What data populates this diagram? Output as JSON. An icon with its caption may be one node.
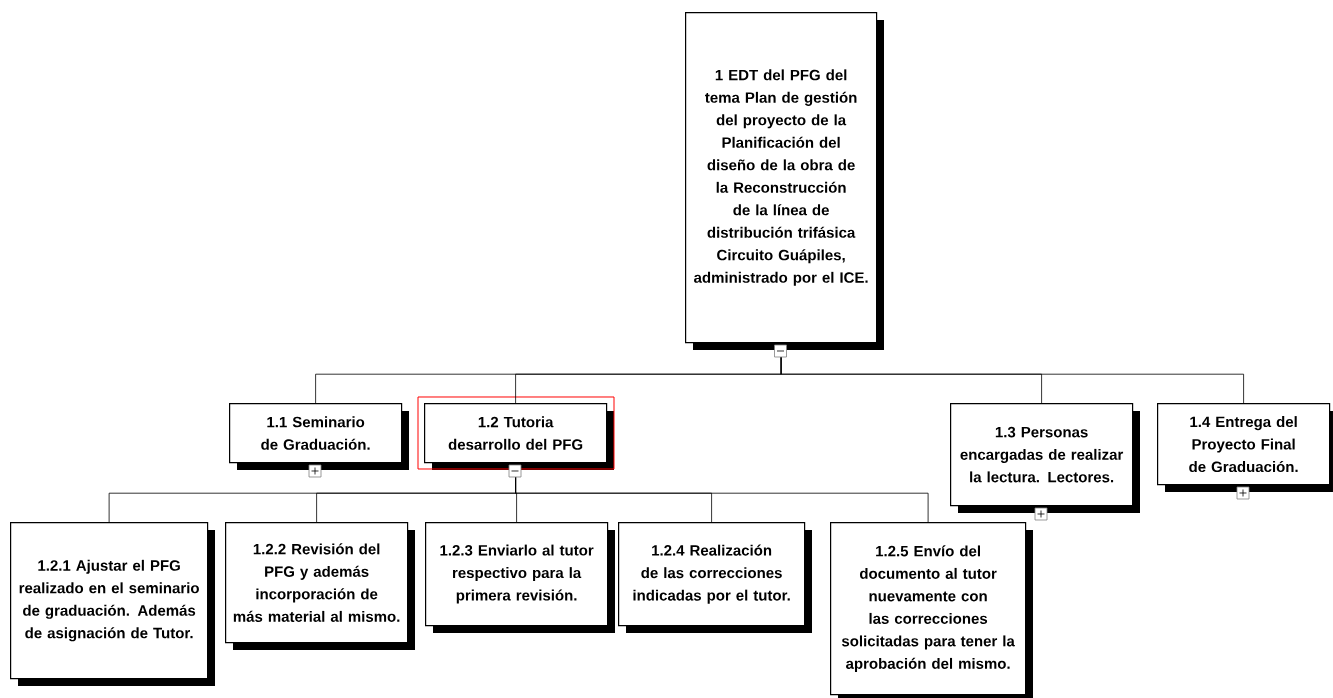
{
  "diagram": {
    "nodes": [
      {
        "text": [
          "1 EDT del PFG del tema Plan de gestión del proyecto de la Planificación del diseño de la obra de la Reconstrucción de la línea de distribución trifásica Circuito Guápiles, administrado por el ICE."
        ]
      },
      {
        "text": [
          "1.1 Seminario de Graduación."
        ]
      },
      {
        "text": [
          "1.2 Tutoria desarrollo del PFG"
        ]
      },
      {
        "text": [
          "1.3 Personas encargadas de realizar la lectura. Lectores."
        ]
      },
      {
        "text": [
          "1.4 Entrega del Proyecto Final de Graduación."
        ]
      },
      {
        "text": [
          "1.2.1 Ajustar el PFG realizado en el seminario de graduación. Además de asignación de Tutor."
        ]
      },
      {
        "text": [
          "1.2.2 Revisión del PFG y además incorporación de más material al mismo."
        ]
      },
      {
        "text": [
          "1.2.3 Enviarlo al tutor respectivo para la primera revisión."
        ]
      },
      {
        "text": [
          "1.2.4 Realización de las correcciones indicadas por el tutor."
        ]
      },
      {
        "text": [
          "1.2.5 Envío del documento al tutor nuevamente con las correcciones solicitadas para tener la aprobación del mismo."
        ]
      }
    ],
    "edges": [
      {
        "from": 0,
        "to": 1,
        "arrow": "none"
      },
      {
        "from": 0,
        "to": 2,
        "arrow": "none"
      },
      {
        "from": 0,
        "to": 3,
        "arrow": "none"
      },
      {
        "from": 0,
        "to": 4,
        "arrow": "none"
      },
      {
        "from": 2,
        "to": 5,
        "arrow": "none"
      },
      {
        "from": 2,
        "to": 6,
        "arrow": "none"
      },
      {
        "from": 2,
        "to": 7,
        "arrow": "none"
      },
      {
        "from": 2,
        "to": 8,
        "arrow": "none"
      },
      {
        "from": 2,
        "to": 9,
        "arrow": "none"
      }
    ]
  }
}
